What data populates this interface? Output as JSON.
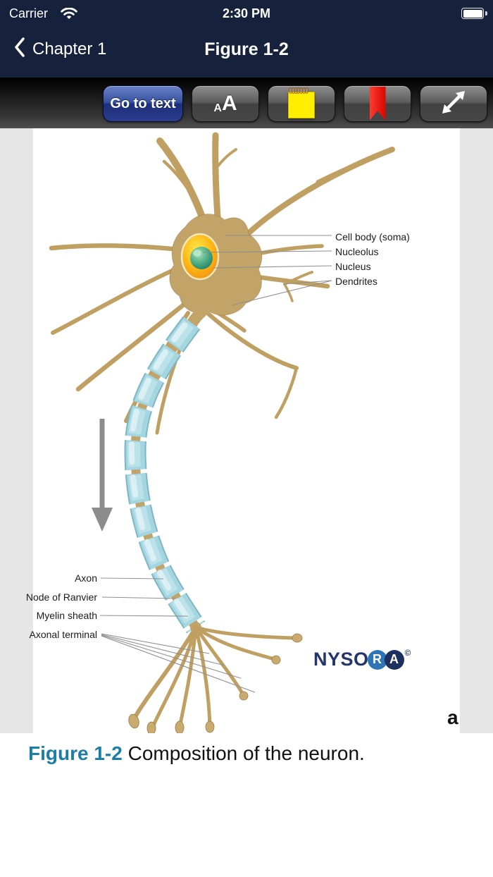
{
  "status_bar": {
    "carrier": "Carrier",
    "time": "2:30 PM"
  },
  "nav_bar": {
    "back_label": "Chapter 1",
    "title": "Figure 1-2"
  },
  "toolbar": {
    "go_to_text": "Go to text",
    "font_small": "A",
    "font_large": "A"
  },
  "figure": {
    "labels_right": [
      "Cell body (soma)",
      "Nucleolus",
      "Nucleus",
      "Dendrites"
    ],
    "labels_left": [
      "Axon",
      "Node of Ranvier",
      "Myelin sheath",
      "Axonal terminal"
    ],
    "logo": {
      "word": "NYSO",
      "circle1": "R",
      "circle2": "A",
      "copyright": "©"
    },
    "panel_letter": "a"
  },
  "caption": {
    "label": "Figure 1-2",
    "text": "Composition of the neuron."
  },
  "icons": [
    "wifi-icon",
    "battery-icon",
    "back-chevron-icon",
    "note-icon",
    "bookmark-icon",
    "expand-icon",
    "down-arrow-icon"
  ],
  "colors": {
    "header_navy": "#16213c",
    "button_blue": "#2b3d8c",
    "caption_blue": "#1c7ea6",
    "myelin_blue": "#a3d6e1",
    "soma_tan": "#c2a468",
    "nucleus_yellow": "#fdb515",
    "nucleus_green": "#2e8f72",
    "bookmark_red": "#e8100c",
    "note_yellow": "#ffee00",
    "logo_navy": "#23356b",
    "logo_blue": "#2e75b5",
    "arrow_gray": "#8c8c8c"
  }
}
